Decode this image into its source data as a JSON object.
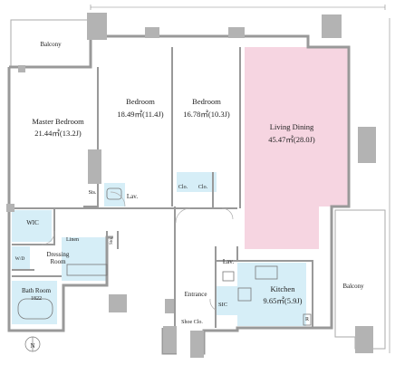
{
  "plan": {
    "rooms": {
      "balcony_top": "Balcony",
      "master_bedroom": {
        "name": "Master Bedroom",
        "area": "21.44㎡(13.2J)"
      },
      "bedroom_1": {
        "name": "Bedroom",
        "area": "18.49㎡(11.4J)"
      },
      "bedroom_2": {
        "name": "Bedroom",
        "area": "16.78㎡(10.3J)"
      },
      "living_dining": {
        "name": "Living Dining",
        "area": "45.47㎡(28.0J)"
      },
      "wic": "WIC",
      "sts": "Sts.",
      "lav_upper": "Lav.",
      "clo_1": "Clo.",
      "clo_2": "Clo.",
      "linen": "Linen",
      "sto": "Sto.",
      "wd": "W/D",
      "dressing_room": {
        "line1": "Dressing",
        "line2": "Room"
      },
      "bath_room": {
        "name": "Bath Room",
        "size": "1822"
      },
      "lav_lower": "Lav.",
      "entrance": "Entrance",
      "sic": "SIC",
      "kitchen": {
        "name": "Kitchen",
        "area": "9.65㎡(5.9J)"
      },
      "refrigerator": "R",
      "shoe_clo": "Shoe Clo.",
      "balcony_right": "Balcony"
    },
    "compass": "N",
    "colors": {
      "living": "#f6d5e1",
      "wet": "#d6eef7",
      "walls": "#999999",
      "columns": "#b3b3b3"
    }
  }
}
